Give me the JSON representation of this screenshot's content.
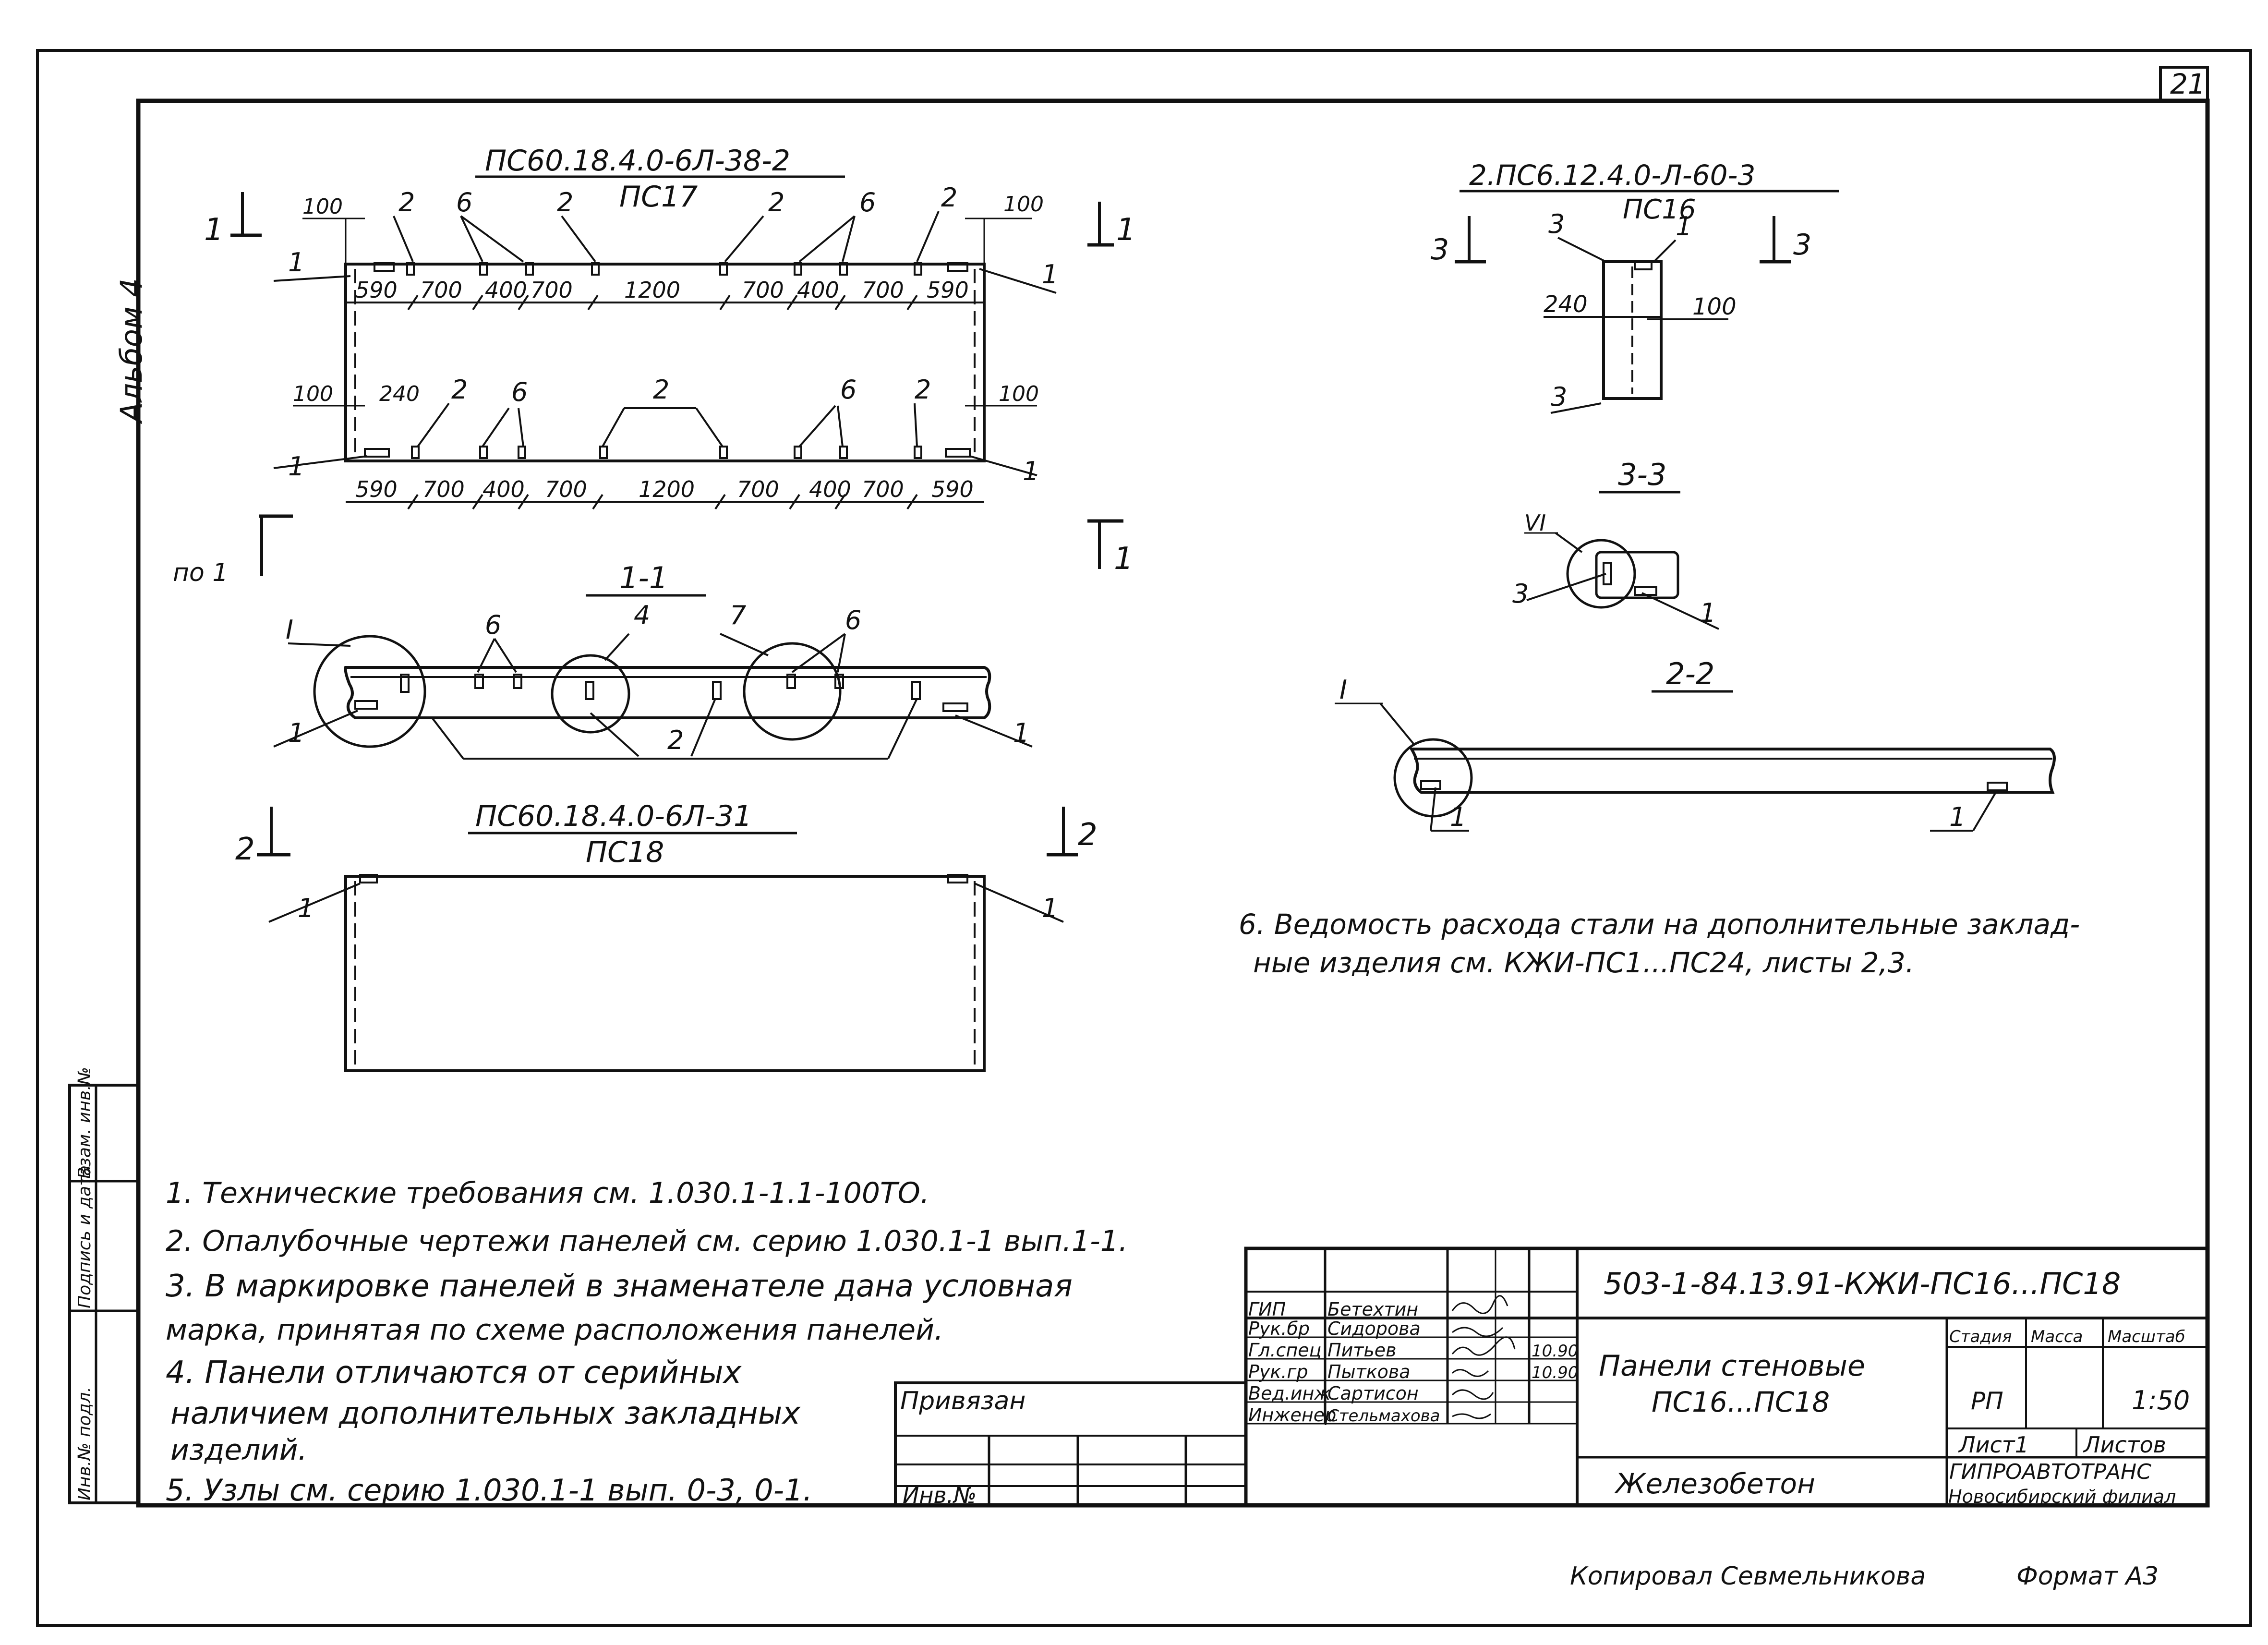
{
  "sheet": {
    "number": "21",
    "album": "Альбом 4"
  },
  "views": {
    "pc17_mark": "ПС60.18.4.0-6Л-38-2",
    "pc17_name": "ПС17",
    "pc16_mark": "2.ПС6.12.4.0-Л-60-3",
    "pc16_name": "ПС16",
    "pc18_mark": "ПС60.18.4.0-6Л-31",
    "pc18_name": "ПС18",
    "section_1_1": "1-1",
    "section_2_2": "2-2",
    "section_3_3": "3-3",
    "cut_1": "1",
    "cut_2": "2",
    "cut_3": "3",
    "cut_po1": "по 1",
    "node_I": "I",
    "node_VI": "VI"
  },
  "dims": {
    "top_row": [
      "590",
      "700",
      "400",
      "700",
      "1200",
      "700",
      "400",
      "700",
      "590"
    ],
    "bottom_row": [
      "590",
      "700",
      "400",
      "700",
      "1200",
      "700",
      "400",
      "700",
      "590"
    ],
    "edge_100": "100",
    "d240": "240",
    "pc16_240": "240",
    "pc16_100": "100"
  },
  "callouts": {
    "c1": "1",
    "c2": "2",
    "c3": "3",
    "c6": "6",
    "c7": "7",
    "c4": "4"
  },
  "notes": {
    "n1": "1. Технические требования см. 1.030.1-1.1-100ТО.",
    "n2": "2. Опалубочные чертежи панелей см. серию 1.030.1-1 вып.1-1.",
    "n3a": "3. В маркировке панелей в знаменателе дана условная",
    "n3b": "марка, принятая по схеме расположения панелей.",
    "n4a": "4. Панели отличаются от серийных",
    "n4b": "наличием дополнительных закладных",
    "n4c": "изделий.",
    "n5": "5. Узлы см. серию 1.030.1-1 вып. 0-3, 0-1.",
    "n6a": "6. Ведомость расхода стали на дополнительные заклад-",
    "n6b": "ные изделия см. КЖИ-ПС1...ПС24, листы 2,3."
  },
  "margin_stamp": {
    "inv_podl": "Инв.№ подл.",
    "podpis": "Подпись и дата",
    "vzam": "Взам. инв.№"
  },
  "privyazan": {
    "label": "Привязан",
    "inv": "Инв.№"
  },
  "title_block": {
    "doc_code": "503-1-84.13.91-КЖИ-ПС16...ПС18",
    "roles": [
      "ГИП",
      "Рук.бр",
      "Гл.спец",
      "Рук.гр",
      "Вед.инж",
      "Инженер"
    ],
    "names": [
      "Бетехтин",
      "Сидорова",
      "Питьев",
      "Пыткова",
      "Сартисон",
      "Стельмахова"
    ],
    "date1": "10.90",
    "date2": "10.90",
    "title_l1": "Панели стеновые",
    "title_l2": "ПС16...ПС18",
    "material": "Железобетон",
    "stadia_h": "Стадия",
    "massa_h": "Масса",
    "masshtab_h": "Масштаб",
    "stadia": "РП",
    "masshtab": "1:50",
    "list_h": "Лист1",
    "listov_h": "Листов",
    "org1": "ГИПРОАВТОТРАНС",
    "org2": "Новосибирский филиал"
  },
  "footer": {
    "kopiroval": "Копировал Севмельникова",
    "format": "Формат А3"
  }
}
